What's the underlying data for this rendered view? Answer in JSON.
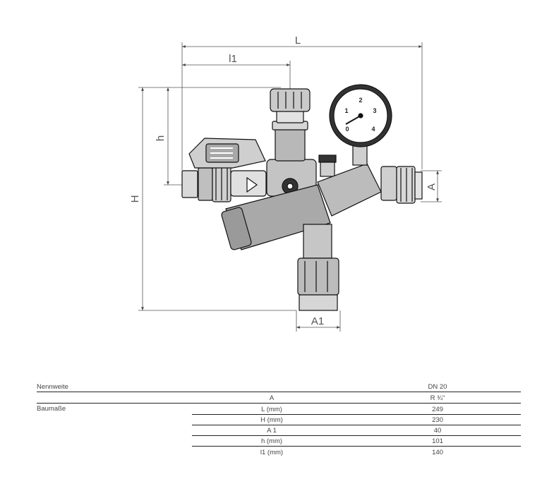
{
  "drawing": {
    "dimensions": {
      "L": "L",
      "l1": "l1",
      "h": "h",
      "H": "H",
      "A": "A",
      "A1": "A1"
    },
    "gauge_numbers": [
      "0",
      "1",
      "2",
      "3",
      "4"
    ]
  },
  "table": {
    "header_label": "Nennweite",
    "header_value": "DN 20",
    "group_label": "Baumaße",
    "rows": [
      {
        "label": "A",
        "value": "R ¾\""
      },
      {
        "label": "L (mm)",
        "value": "249"
      },
      {
        "label": "H (mm)",
        "value": "230"
      },
      {
        "label": "A 1",
        "value": "40"
      },
      {
        "label": "h (mm)",
        "value": "101"
      },
      {
        "label": "l1 (mm)",
        "value": "140"
      }
    ]
  }
}
